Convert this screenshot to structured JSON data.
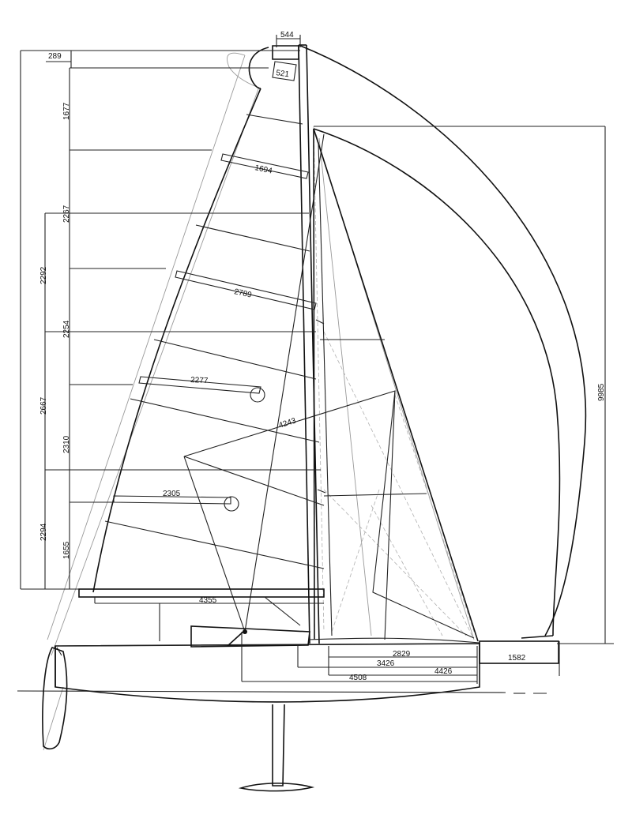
{
  "dimensions": {
    "masthead_width": "544",
    "top_offset": "289",
    "headboard": "521",
    "head_to_batten1": "1677",
    "batten1_length": "1694",
    "batten1_to_batten2": "2267",
    "left_2292": "2292",
    "batten2_length": "2789",
    "batten2_to_batten3": "2254",
    "left_2667": "2667",
    "batten3_length": "2277",
    "jib_diagonal": "4243",
    "batten3_to_batten4": "2310",
    "batten4_length": "2305",
    "left_2294": "2294",
    "batten4_to_boom": "1655",
    "boom_foot": "4355",
    "spinnaker_luff": "9985",
    "dim_2829": "2829",
    "dim_3426": "3426",
    "dim_4426": "4426",
    "dim_4508": "4508",
    "bowsprit": "1582"
  }
}
